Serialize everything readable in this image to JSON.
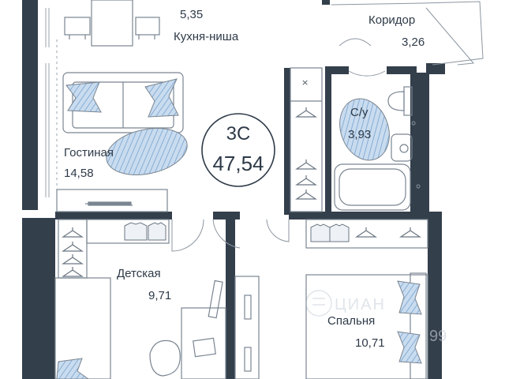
{
  "plan": {
    "apartment_type": "3С",
    "total_area": "47,54",
    "wall_color": "#343f4c",
    "furniture_color": "#7a8591",
    "accent_color": "#aac6e3",
    "rooms": [
      {
        "id": "kitchen",
        "name": "Кухня-ниша",
        "area": "5,35"
      },
      {
        "id": "corridor",
        "name": "Коридор",
        "area": "3,26"
      },
      {
        "id": "bathroom",
        "name": "С/у",
        "area": "3,93"
      },
      {
        "id": "living",
        "name": "Гостиная",
        "area": "14,58"
      },
      {
        "id": "kids",
        "name": "Детская",
        "area": "9,71"
      },
      {
        "id": "bedroom",
        "name": "Спальня",
        "area": "10,71"
      }
    ]
  },
  "watermark": {
    "text": "ЦИАН",
    "digits": "99"
  }
}
